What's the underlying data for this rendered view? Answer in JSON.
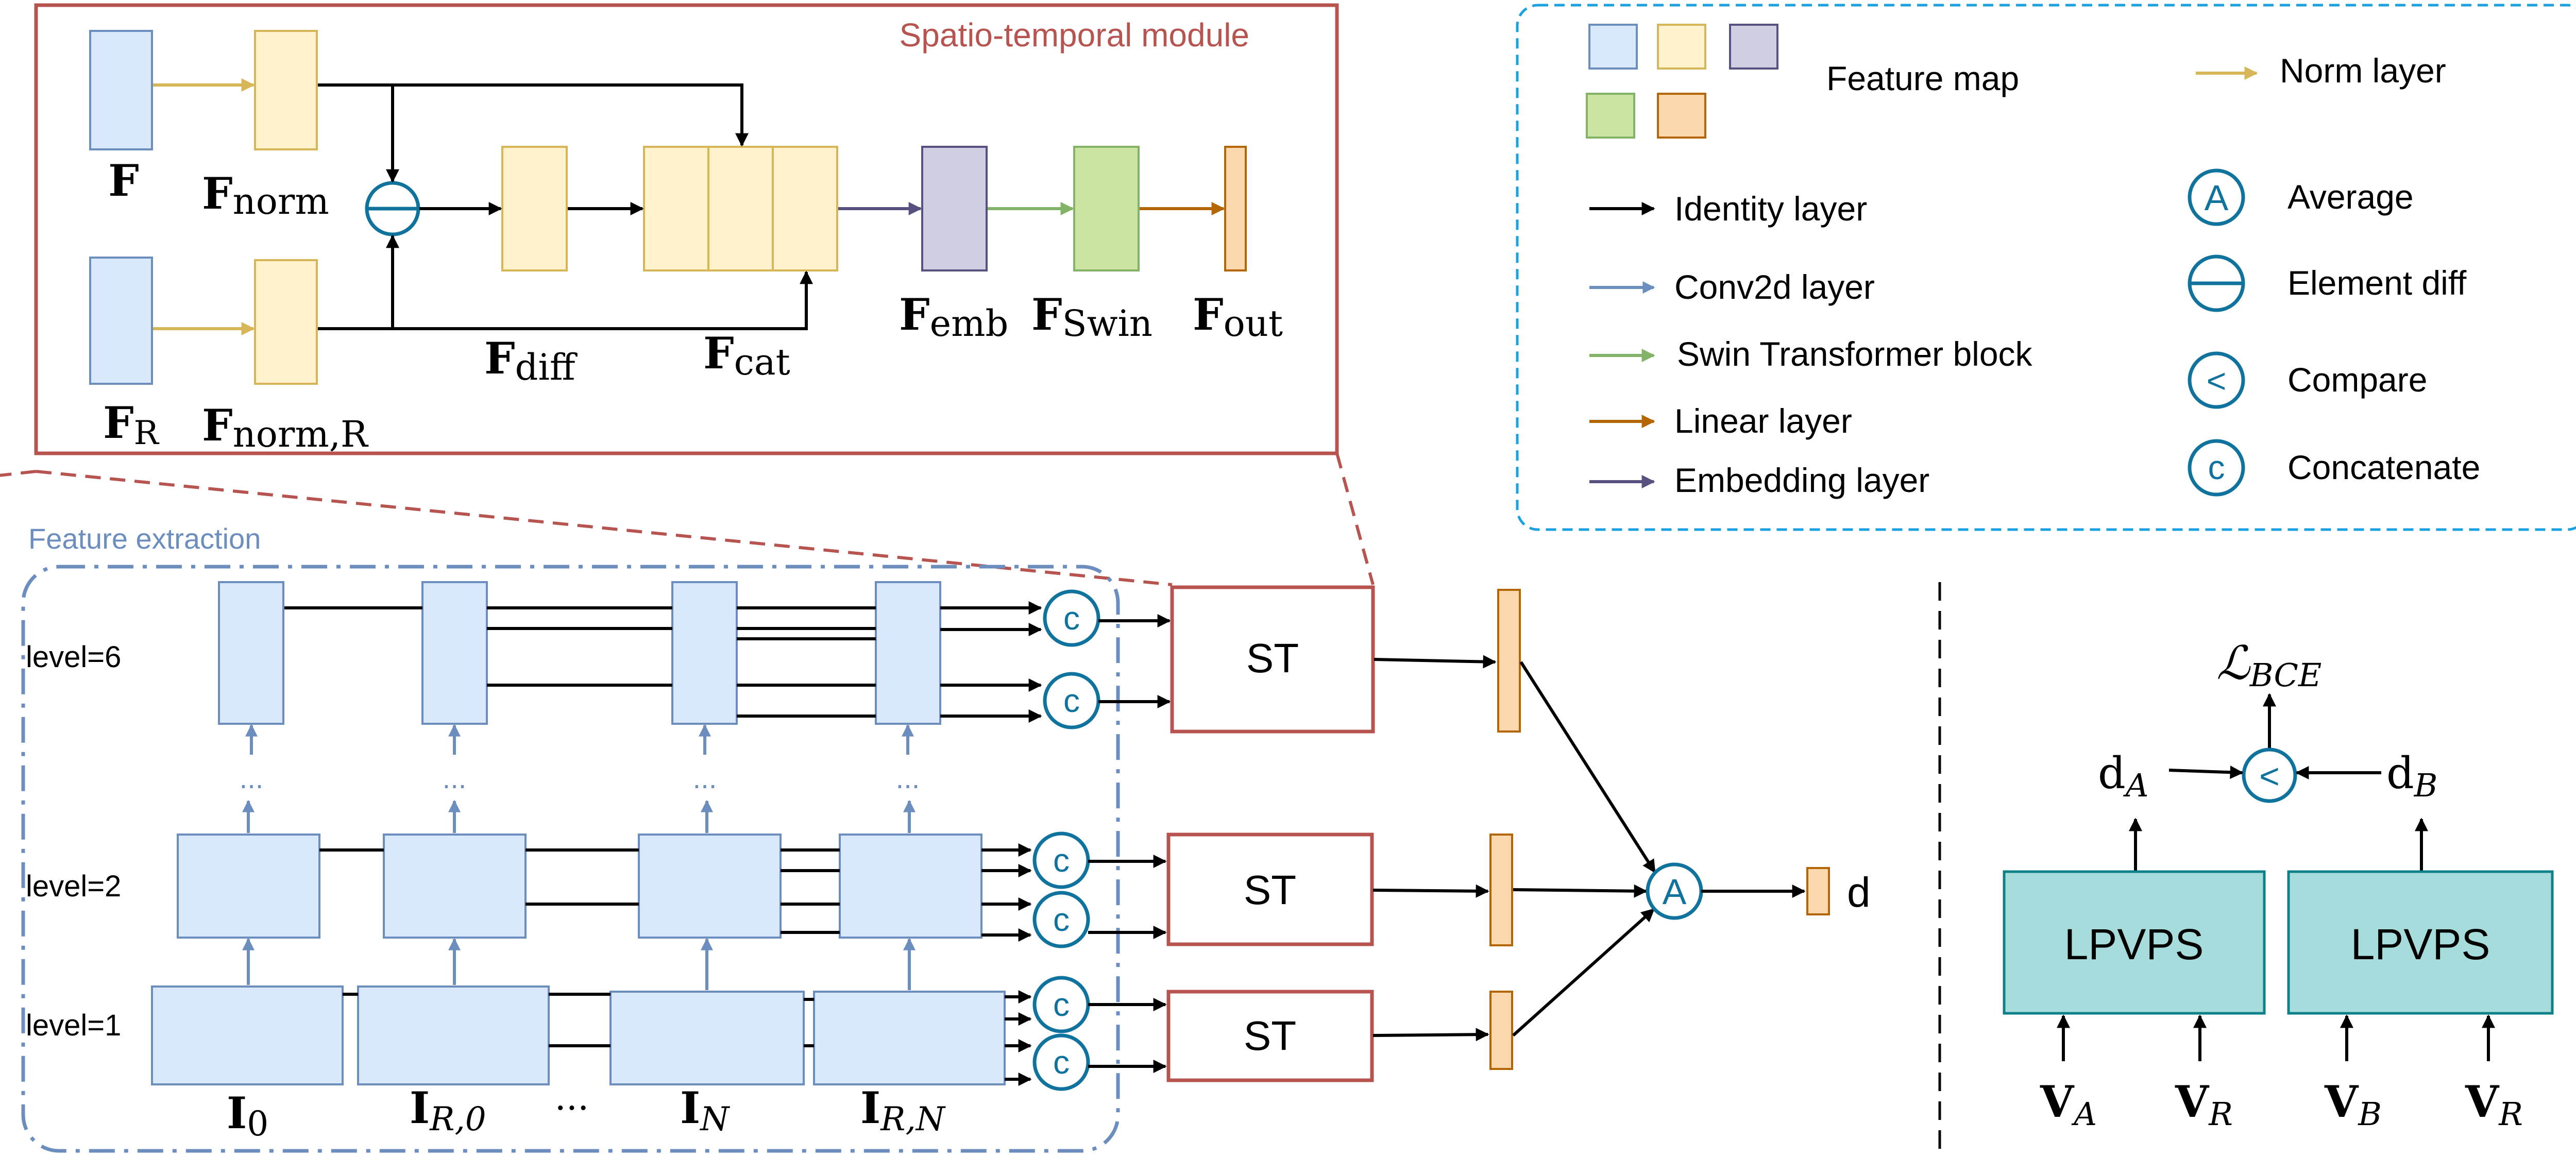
{
  "colors": {
    "feature_blue": "#dae8fc",
    "feature_blue_stroke": "#6c8ebf",
    "feature_yellow": "#fff2cc",
    "feature_yellow_stroke": "#d6b656",
    "feature_purple": "#d0cee2",
    "feature_purple_stroke": "#56517e",
    "feature_green": "#cce5a3",
    "feature_green_stroke": "#82b366",
    "feature_orange": "#fad7ac",
    "feature_orange_stroke": "#b46504",
    "module_red": "#b85450",
    "legend_cyan": "#1ba1e2",
    "teal": "#10739e",
    "lpvps_fill": "#a6dcdc",
    "lpvps_stroke": "#0e8088",
    "arrow_norm": "#d6b656",
    "arrow_identity": "#000000",
    "arrow_conv": "#6c8ebf",
    "arrow_swin": "#82b366",
    "arrow_linear": "#b46504",
    "arrow_embed": "#56517e"
  },
  "module": {
    "title": "Spatio-temporal module",
    "labels": {
      "F": "F",
      "F_norm": "norm",
      "F_R": "R",
      "F_norm_R": "norm,R",
      "F_diff": "diff",
      "F_cat": "cat",
      "F_emb": "emb",
      "F_swin": "Swin",
      "F_out": "out"
    }
  },
  "legend": {
    "feature_map": "Feature map",
    "norm_layer": "Norm layer",
    "identity_layer": "Identity layer",
    "conv_layer": "Conv2d layer",
    "swin_block": "Swin Transformer block",
    "linear_layer": "Linear layer",
    "embedding_layer": "Embedding layer",
    "average_symbol": "A",
    "average": "Average",
    "element_diff": "Element diff",
    "compare_symbol": "<",
    "compare": "Compare",
    "concat_symbol": "c",
    "concatenate": "Concatenate"
  },
  "extraction": {
    "title": "Feature extraction",
    "levels": [
      "level=6",
      "level=2",
      "level=1"
    ],
    "ellipsis": "...",
    "inputs": {
      "I0_sub": "0",
      "IR0_sub": "R,0",
      "IN_sub": "N",
      "IRN_sub": "R,N",
      "between": "···"
    }
  },
  "st_label": "ST",
  "average_symbol": "A",
  "output_label": "d",
  "right": {
    "loss_sub": "BCE",
    "dA_sub": "A",
    "dB_sub": "B",
    "compare_symbol": "<",
    "lpvps_left": "LPVPS",
    "lpvps_right": "LPVPS",
    "VA_sub": "A",
    "VR_sub": "R",
    "VB_sub": "B",
    "VR2_sub": "R"
  }
}
